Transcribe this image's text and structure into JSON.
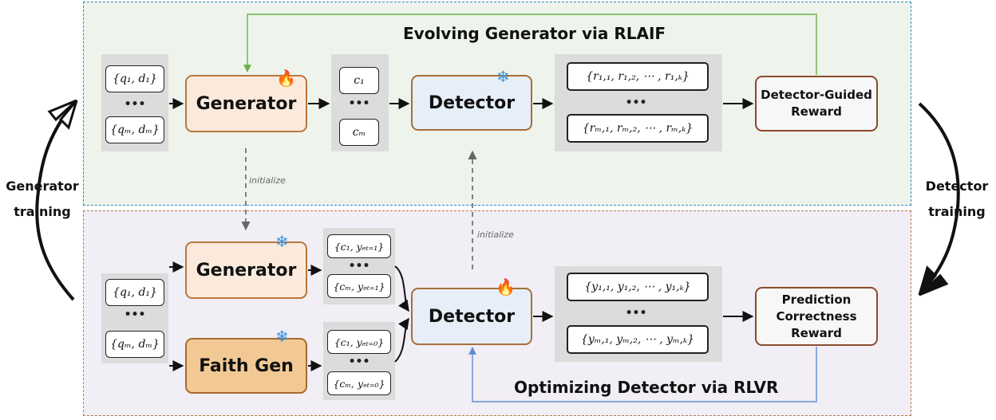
{
  "top_panel": {
    "title": "Evolving Generator via RLAIF",
    "inputs": {
      "first": "{q₁, d₁}",
      "dots": "•••",
      "last": "{qₘ, dₘ}"
    },
    "generator_label": "Generator",
    "claims": {
      "first": "c₁",
      "dots": "•••",
      "last": "cₘ"
    },
    "detector_label": "Detector",
    "outputs": {
      "first": "{r₁,₁, r₁,₂, ⋯ , r₁,ₖ}",
      "dots": "•••",
      "last": "{rₘ,₁, rₘ,₂, ⋯ , rₘ,ₖ}"
    },
    "reward_lines": [
      "Detector-Guided",
      "Reward"
    ]
  },
  "bottom_panel": {
    "title": "Optimizing Detector via RLVR",
    "inputs": {
      "first": "{q₁, d₁}",
      "dots": "•••",
      "last": "{qₘ, dₘ}"
    },
    "generator_label": "Generator",
    "faith_gen_label": "Faith Gen",
    "gen_claims": {
      "first": "{c₁, yₑₜ₌₁}",
      "dots": "•••",
      "last": "{cₘ, yₑₜ₌₁}"
    },
    "faith_claims": {
      "first": "{c₁, yₑₜ₌₀}",
      "dots": "•••",
      "last": "{cₘ, yₑₜ₌₀}"
    },
    "detector_label": "Detector",
    "outputs": {
      "first": "{y₁,₁, y₁,₂, ⋯ , y₁,ₖ}",
      "dots": "•••",
      "last": "{yₘ,₁, yₘ,₂, ⋯ , yₘ,ₖ}"
    },
    "reward_lines": [
      "Prediction",
      "Correctness",
      "Reward"
    ]
  },
  "side_labels": {
    "left": [
      "Generator",
      "training"
    ],
    "right": [
      "Detector",
      "training"
    ]
  },
  "initialize_labels": {
    "generator": "initialize",
    "detector": "initialize"
  },
  "icons": {
    "frozen": "snowflake-icon",
    "trainable": "fire-icon"
  },
  "colors": {
    "top_border": "#2f86c8",
    "bottom_border": "#b87a45",
    "top_bg": "#eef4ec",
    "bottom_bg": "#f1eef5",
    "feedback_top": "#6ab04c",
    "feedback_bottom": "#5b8ed6"
  }
}
